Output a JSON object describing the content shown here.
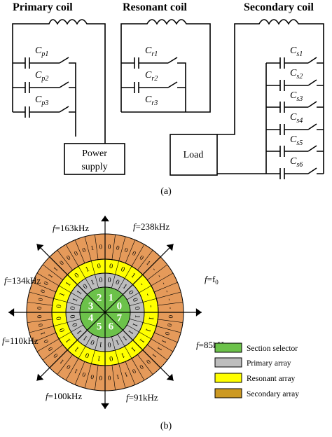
{
  "circuit": {
    "titles": {
      "primary": "Primary coil",
      "resonant": "Resonant coil",
      "secondary": "Secondary coil"
    },
    "primary_caps": [
      {
        "sym": "C",
        "sub": "p1"
      },
      {
        "sym": "C",
        "sub": "p2"
      },
      {
        "sym": "C",
        "sub": "p3"
      }
    ],
    "resonant_caps": [
      {
        "sym": "C",
        "sub": "r1"
      },
      {
        "sym": "C",
        "sub": "r2"
      },
      {
        "sym": "C",
        "sub": "r3"
      }
    ],
    "secondary_caps": [
      {
        "sym": "C",
        "sub": "s1"
      },
      {
        "sym": "C",
        "sub": "s2"
      },
      {
        "sym": "C",
        "sub": "s3"
      },
      {
        "sym": "C",
        "sub": "s4"
      },
      {
        "sym": "C",
        "sub": "s5"
      },
      {
        "sym": "C",
        "sub": "s6"
      }
    ],
    "power_supply": [
      "Power",
      "supply"
    ],
    "load": "Load",
    "fig_label": "(a)"
  },
  "dial": {
    "sectors": [
      "0",
      "1",
      "2",
      "3",
      "4",
      "5",
      "6",
      "7"
    ],
    "freq_labels": [
      {
        "pre": "f",
        "post": "=f",
        "sub": "0"
      },
      {
        "pre": "f",
        "post": "=238kHz",
        "sub": ""
      },
      {
        "pre": "f",
        "post": "=163kHz",
        "sub": ""
      },
      {
        "pre": "f",
        "post": "=134kHz",
        "sub": ""
      },
      {
        "pre": "f",
        "post": "=110kHz",
        "sub": ""
      },
      {
        "pre": "f",
        "post": "=100kHz",
        "sub": ""
      },
      {
        "pre": "f",
        "post": "=91kHz",
        "sub": ""
      },
      {
        "pre": "f",
        "post": "=85kHz",
        "sub": ""
      }
    ],
    "primary_bits": [
      [
        "0",
        "0",
        "0"
      ],
      [
        "0",
        "0",
        "1"
      ],
      [
        "0",
        "1",
        "0"
      ],
      [
        "0",
        "1",
        "1"
      ],
      [
        "1",
        "0",
        "0"
      ],
      [
        "1",
        "0",
        "1"
      ],
      [
        "1",
        "1",
        "0"
      ],
      [
        "1",
        "1",
        "1"
      ]
    ],
    "resonant_bits": [
      [
        "-",
        "-",
        "-"
      ],
      [
        "0",
        "0",
        "1"
      ],
      [
        "0",
        "1",
        "0"
      ],
      [
        "0",
        "1",
        "1"
      ],
      [
        "1",
        "0",
        "0"
      ],
      [
        "1",
        "0",
        "1"
      ],
      [
        "1",
        "1",
        "0"
      ],
      [
        "1",
        "1",
        "1"
      ]
    ],
    "secondary_bits": [
      [
        "-",
        "-",
        "-",
        "-",
        "-",
        "-"
      ],
      [
        "0",
        "0",
        "0",
        "0",
        "0",
        "1"
      ],
      [
        "0",
        "0",
        "0",
        "0",
        "1",
        "0"
      ],
      [
        "0",
        "0",
        "0",
        "0",
        "1",
        "1"
      ],
      [
        "0",
        "0",
        "0",
        "1",
        "0",
        "0"
      ],
      [
        "0",
        "0",
        "0",
        "1",
        "0",
        "1"
      ],
      [
        "0",
        "0",
        "0",
        "1",
        "1",
        "0"
      ],
      [
        "0",
        "0",
        "0",
        "1",
        "1",
        "1"
      ]
    ],
    "colors": {
      "selector": "#6cc24a",
      "primary": "#bdbdbd",
      "resonant": "#ffff00",
      "secondary": "#e59a5a"
    },
    "fig_label": "(b)"
  },
  "legend": [
    {
      "label": "Section selector",
      "color": "#6cc24a"
    },
    {
      "label": "Primary array",
      "color": "#bdbdbd"
    },
    {
      "label": "Resonant array",
      "color": "#ffff00"
    },
    {
      "label": "Secondary array",
      "color": "#cc9922"
    }
  ]
}
